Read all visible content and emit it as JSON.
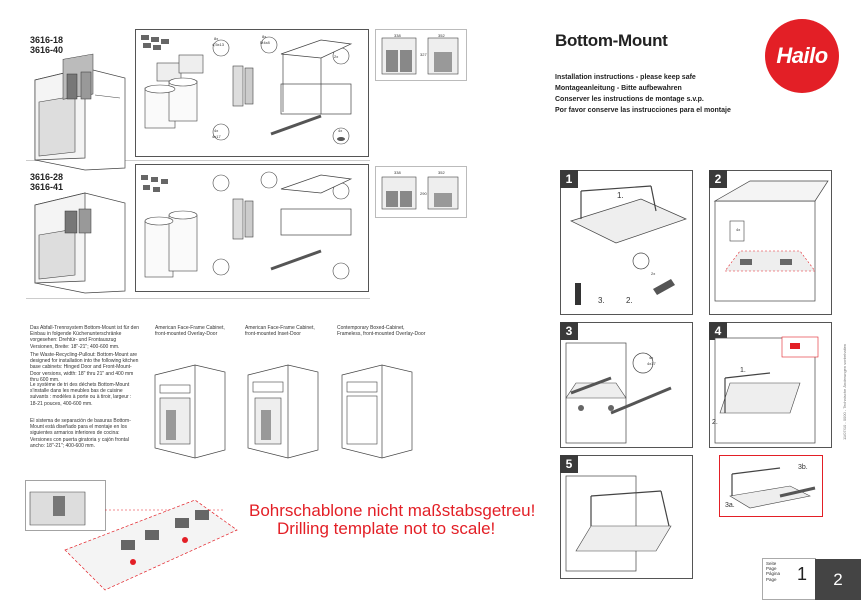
{
  "header": {
    "title": "Bottom-Mount",
    "logo_text": "Hailo",
    "instructions": [
      "Installation instructions - please keep safe",
      "Montageanleitung - Bitte aufbewahren",
      "Conserver les instructions de montage s.v.p.",
      "Por favor conserve las instrucciones para el montaje"
    ]
  },
  "models": {
    "top": "3616-18\n3616-40",
    "bottom": "3616-28\n3616-41"
  },
  "parts": {
    "hex_screw_a": "8x",
    "hex_screw_a_size": "4,5x13",
    "hex_screw_b": "8x",
    "hex_screw_b_size": "M4x8",
    "clip": "2x",
    "screw_c": "4x",
    "screw_c_size": "4x17",
    "pad": "4x"
  },
  "dimensions": {
    "width_top": "338",
    "depth_top": "352",
    "height_top": "327",
    "width_bottom": "338",
    "depth_bottom": "352",
    "height_bottom": "290"
  },
  "intro_text": {
    "en_de": "Das Abfall-Trennsystem Bottom-Mount ist für den Einbau in folgende Küchenunterschränke vorgesehen: Drehtür- und Frontauszug Versionen, Breite: 18\"-21\"; 400-600 mm.",
    "en": "The Waste-Recycling-Pullout: Bottom-Mount are designed for installation into the following kitchen base cabinets: Hinged Door and Front-Mount-Door versions, width: 18\" thru 21\" and 400 mm thru 600 mm.",
    "fr": "Le système de tri des déchets Bottom-Mount s'installe dans les meubles bas de cuisine suivants : modèles à porte ou à tiroir, largeur : 18-21 pouces, 400-600 mm.",
    "es": "El sistema de separación de basuras Bottom-Mount está diseñado para el montaje en los siguientes armarios inferiores de cocina: Versiones con puerta giratoria y cajón frontal ancho: 18\"-21\"; 400-600 mm."
  },
  "cabinet_captions": [
    "American Face-Frame Cabinet, front-mounted Overlay-Door",
    "American Face-Frame Cabinet, front-mounted Inset-Door",
    "Contemporary Boxed-Cabinet, Frameless, front-mounted Overlay-Door"
  ],
  "template_notice": {
    "de": "Bohrschablone nicht maßstabsgetreu!",
    "en": "Drilling template not to scale!"
  },
  "steps": [
    {
      "num": "1",
      "labels": [
        "1.",
        "2.",
        "3."
      ],
      "clip": "2x"
    },
    {
      "num": "2",
      "labels": [
        "4x"
      ]
    },
    {
      "num": "3",
      "labels": [
        "4x",
        "4x17"
      ]
    },
    {
      "num": "4",
      "labels": [
        "1.",
        "2.",
        "3a.",
        "3b."
      ]
    },
    {
      "num": "5",
      "labels": []
    }
  ],
  "page": {
    "labels": "Seite\nPage\nPágina\nPage",
    "current": "1",
    "next": "2"
  },
  "side_note": "11/07/10 - 0000 - Technische Änderungen vorbehalten",
  "colors": {
    "brand_red": "#e31f26",
    "badge_dark": "#3a3a3a"
  }
}
